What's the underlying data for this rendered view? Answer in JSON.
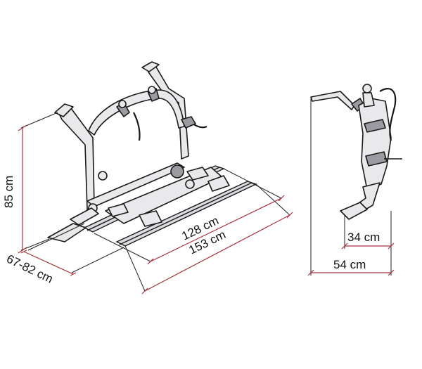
{
  "dimensions": {
    "height": "85 cm",
    "depth_range": "67-82 cm",
    "rail_inner": "128 cm",
    "rail_outer": "153 cm",
    "side_offset": "34 cm",
    "side_depth": "54 cm"
  },
  "colors": {
    "dimension_line": "#a8323c",
    "outline": "#1a1a1a",
    "metal": "#e9e9ec"
  }
}
